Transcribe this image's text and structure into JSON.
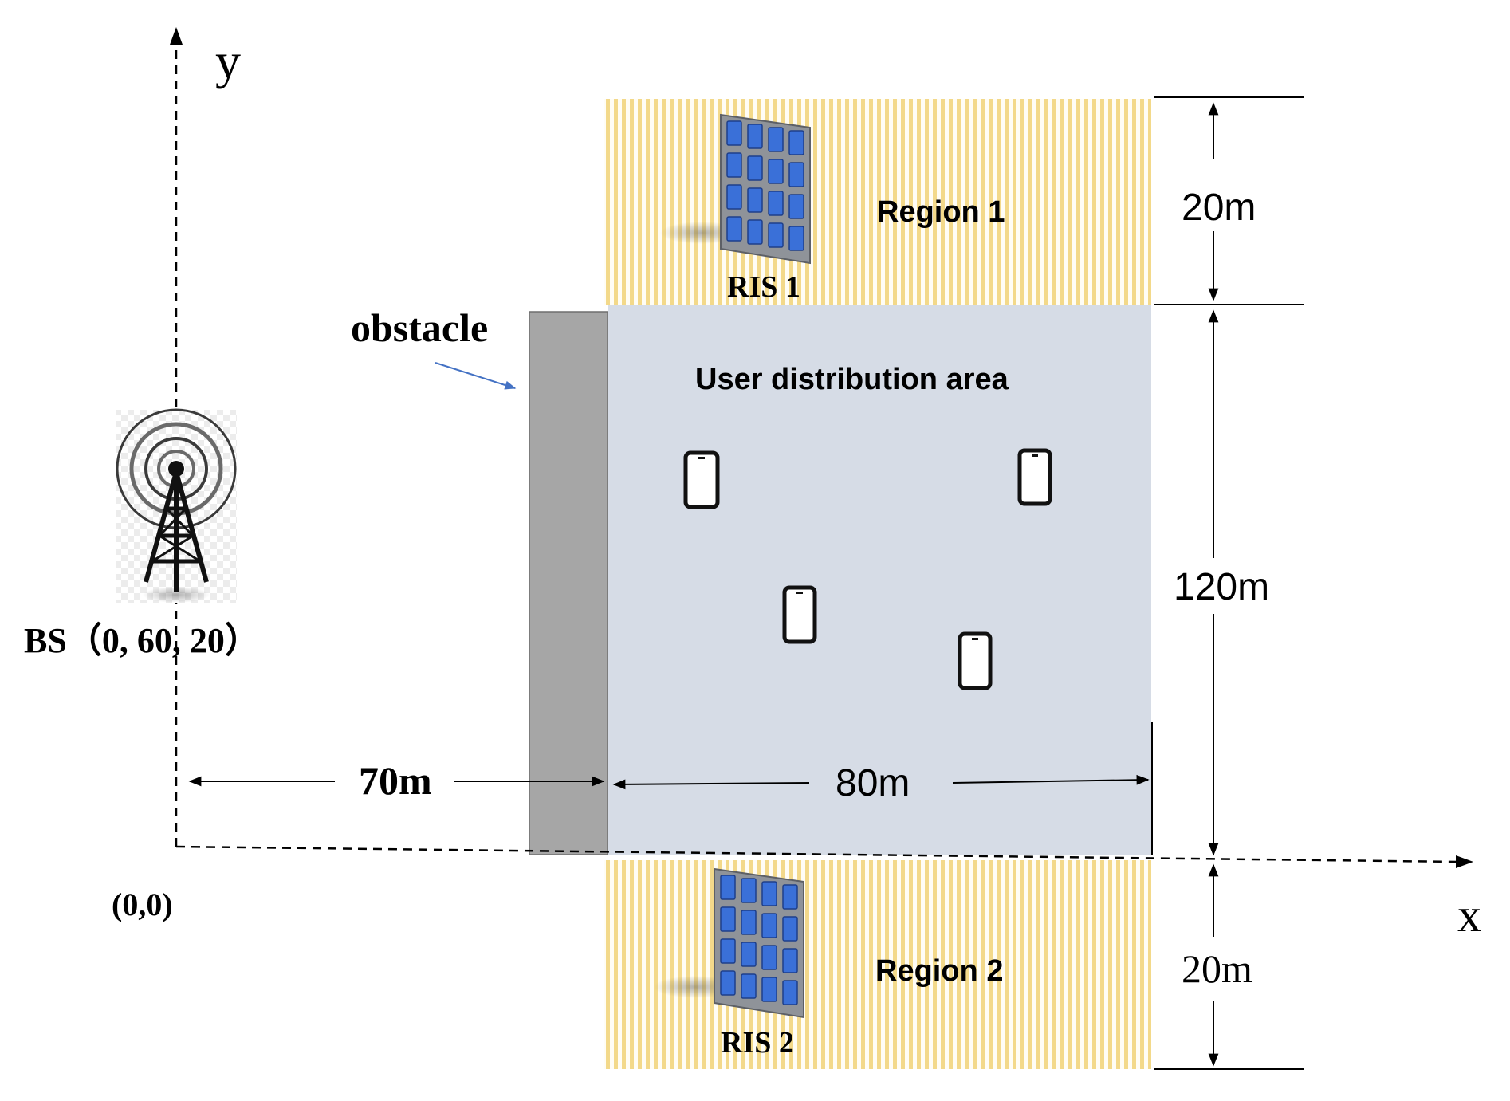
{
  "axes": {
    "y_label": "y",
    "x_label": "x",
    "origin_label": "(0,0)"
  },
  "base_station": {
    "label": "BS（0,  60,  20）",
    "icon": "cell-tower-icon"
  },
  "obstacle": {
    "label": "obstacle"
  },
  "regions": {
    "region1_label": "Region 1",
    "region2_label": "Region 2",
    "ris1_label": "RIS 1",
    "ris2_label": "RIS 2",
    "user_area_label": "User distribution area",
    "ris_icon": "ris-panel-icon",
    "user_icon": "smartphone-icon"
  },
  "dimensions": {
    "bs_to_obstacle": "70m",
    "user_area_width": "80m",
    "region1_height": "20m",
    "user_area_height": "120m",
    "region2_height": "20m"
  },
  "colors": {
    "region_stripe": "#f3d98a",
    "user_area": "#d6dce6",
    "obstacle": "#a6a6a6",
    "ris_tile": "#3a70d8",
    "obstacle_arrow": "#4472c4"
  }
}
